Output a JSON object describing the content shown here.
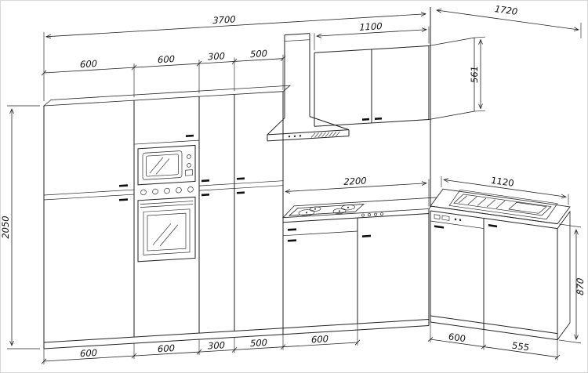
{
  "meta": {
    "type": "technical-drawing",
    "subject": "corner kitchen elevation with dimensions"
  },
  "colors": {
    "line": "#222222",
    "background": "#ffffff"
  },
  "dims": {
    "total_run": "3700",
    "right_wall_depth": "1720",
    "wall_cabinets_width": "1100",
    "wall_cabinets_height": "561",
    "total_height": "2050",
    "counter_run": "2200",
    "right_counter_width": "1120",
    "base_height": "870",
    "top_chain": [
      "600",
      "600",
      "300",
      "500"
    ],
    "bottom_chain": [
      "600",
      "600",
      "300",
      "500",
      "600"
    ],
    "right_chain": [
      "600",
      "555"
    ]
  }
}
